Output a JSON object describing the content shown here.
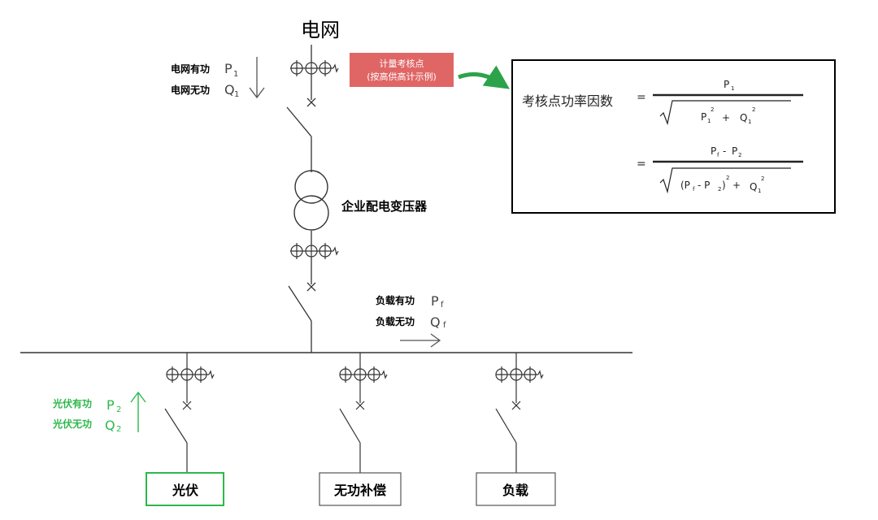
{
  "grid": {
    "title": "电网",
    "active_label": "电网有功",
    "active_sym": "P",
    "active_sub": "1",
    "reactive_label": "电网无功",
    "reactive_sym": "Q",
    "reactive_sub": "1"
  },
  "metering_badge": {
    "line1": "计量考核点",
    "line2": "(按高供高计示例)",
    "color": "#e06666"
  },
  "transformer": {
    "label": "企业配电变压器"
  },
  "load_flow": {
    "active_label": "负载有功",
    "active_sym": "P",
    "active_sub": "f",
    "reactive_label": "负载无功",
    "reactive_sym": "Q",
    "reactive_sub": "f"
  },
  "pv_flow": {
    "active_label": "光伏有功",
    "active_sym": "P",
    "active_sub": "2",
    "reactive_label": "光伏无功",
    "reactive_sym": "Q",
    "reactive_sub": "2",
    "color": "#2db84a"
  },
  "formula": {
    "label": "考核点功率因数",
    "eq": "=",
    "f1_num_sym": "P",
    "f1_num_sub": "1",
    "f1_den_p": "P",
    "f1_den_p_sub": "1",
    "f1_den_q": "Q",
    "f1_den_q_sub": "1",
    "plus": "+",
    "sq": "2",
    "f2_num": "P",
    "f2_num_sub1": "f",
    "minus": "-",
    "f2_num_p2": "P",
    "f2_num_sub2": "2",
    "f2_den_open": "(P",
    "f2_den_sub_f": "f",
    "f2_den_minus": "- P",
    "f2_den_sub_2": "2",
    "f2_den_close": ")",
    "f2_den_q": "Q",
    "f2_den_q_sub": "1"
  },
  "branches": [
    {
      "label": "光伏",
      "border_color": "#2db84a"
    },
    {
      "label": "无功补偿",
      "border_color": "#555555"
    },
    {
      "label": "负载",
      "border_color": "#555555"
    }
  ],
  "colors": {
    "line": "#333333",
    "arrow_green": "#2ca34a",
    "text": "#000000",
    "formula_text": "#222222"
  }
}
